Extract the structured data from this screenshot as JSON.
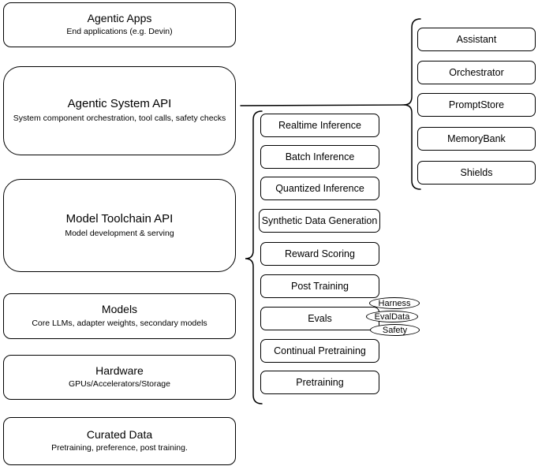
{
  "diagram": {
    "colors": {
      "background": "#ffffff",
      "stroke": "#000000",
      "text": "#000000"
    },
    "left_stack": [
      {
        "title": "Agentic Apps",
        "subtitle": "End applications (e.g. Devin)"
      },
      {
        "title": "Agentic System API",
        "subtitle": "System component orchestration, tool calls, safety checks"
      },
      {
        "title": "Model Toolchain API",
        "subtitle": "Model development & serving"
      },
      {
        "title": "Models",
        "subtitle": "Core LLMs, adapter weights, secondary models"
      },
      {
        "title": "Hardware",
        "subtitle": "GPUs/Accelerators/Storage"
      },
      {
        "title": "Curated Data",
        "subtitle": "Pretraining, preference, post training."
      }
    ],
    "toolchain_services": [
      "Realtime Inference",
      "Batch Inference",
      "Quantized Inference",
      "Synthetic Data Generation",
      "Reward Scoring",
      "Post Training",
      "Evals",
      "Continual Pretraining",
      "Pretraining"
    ],
    "evals_tags": [
      "Harness",
      "EvalData",
      "Safety"
    ],
    "system_components": [
      "Assistant",
      "Orchestrator",
      "PromptStore",
      "MemoryBank",
      "Shields"
    ]
  }
}
